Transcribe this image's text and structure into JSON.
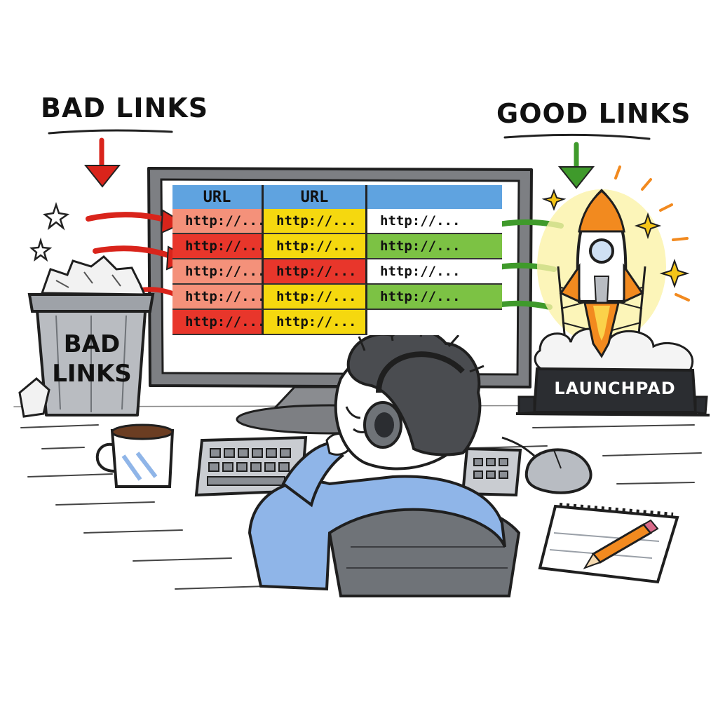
{
  "labels": {
    "bad_links_heading": "BAD LINKS",
    "good_links_heading": "GOOD LINKS",
    "bin_label": "BAD\nLINKS",
    "launchpad_label": "LAUNCHPAD"
  },
  "spreadsheet": {
    "headers": [
      "URL",
      "URL",
      ""
    ],
    "rows": [
      [
        "http://...",
        "http://...",
        "http://..."
      ],
      [
        "http://...",
        "http://...",
        "http://..."
      ],
      [
        "http://...",
        "http://...",
        "http://..."
      ],
      [
        "http://...",
        "http://...",
        "http://..."
      ],
      [
        "http://...",
        "http://...",
        ""
      ]
    ],
    "cell_colors": [
      [
        "#f4917a",
        "#f5d80f",
        "#ffffff"
      ],
      [
        "#e8362b",
        "#f5d80f",
        "#7cc244"
      ],
      [
        "#f4917a",
        "#e8362b",
        "#ffffff"
      ],
      [
        "#f4917a",
        "#f5d80f",
        "#7cc244"
      ],
      [
        "#e8362b",
        "#f5d80f",
        "#ffffff"
      ]
    ],
    "header_color": "#5fa3e0"
  },
  "colors": {
    "bad": "#d9241b",
    "good": "#3f9a2b",
    "rocket_orange": "#f28a1f",
    "monitor": "#7d7f83",
    "shirt": "#8fb5e8",
    "desk_shadow": "#9aa0a8"
  },
  "icons": {
    "bad_arrow": "arrow-down-red",
    "good_arrow": "arrow-down-green",
    "rocket": "rocket-icon",
    "trash": "trash-bin-icon",
    "coffee": "coffee-mug-icon",
    "notepad": "notepad-icon",
    "pencil": "pencil-icon",
    "mouse": "mouse-icon",
    "keyboard": "keyboard-icon",
    "headphones": "headphones-icon",
    "sparkle": "sparkle-icon"
  }
}
